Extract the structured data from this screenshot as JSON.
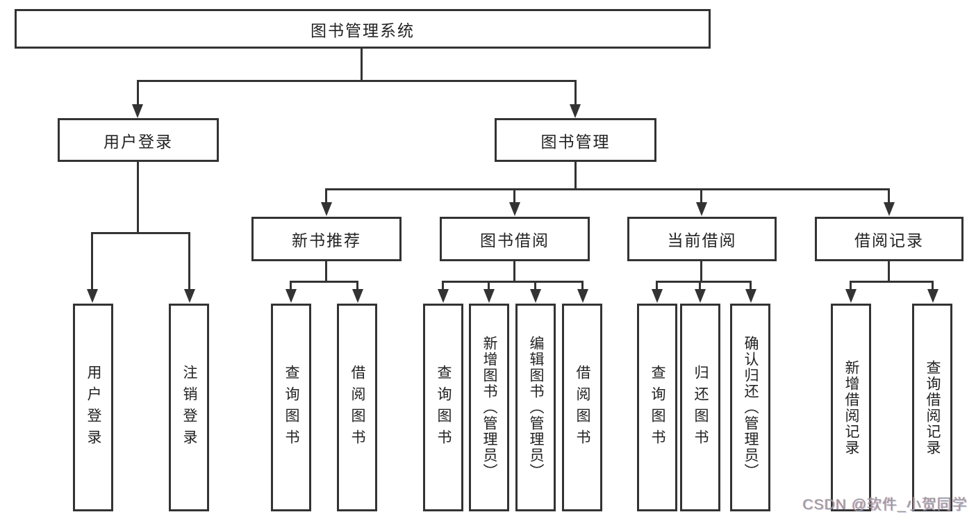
{
  "title": {
    "label": "图书管理系统"
  },
  "branches": [
    {
      "label": "用户登录",
      "children": [
        {
          "label": "用户登录"
        },
        {
          "label": "注销登录"
        }
      ]
    },
    {
      "label": "图书管理",
      "children": [
        {
          "label": "新书推荐",
          "children": [
            {
              "label": "查询图书"
            },
            {
              "label": "借阅图书"
            }
          ]
        },
        {
          "label": "图书借阅",
          "children": [
            {
              "label": "查询图书"
            },
            {
              "label": "新增图书（管理员）"
            },
            {
              "label": "编辑图书（管理员）"
            },
            {
              "label": "借阅图书"
            }
          ]
        },
        {
          "label": "当前借阅",
          "children": [
            {
              "label": "查询图书"
            },
            {
              "label": "归还图书"
            },
            {
              "label": "确认归还（管理员）"
            }
          ]
        },
        {
          "label": "借阅记录",
          "children": [
            {
              "label": "新增借阅记录"
            },
            {
              "label": "查询借阅记录"
            }
          ]
        }
      ]
    }
  ],
  "watermark": {
    "text": "CSDN @软件_小贺同学"
  },
  "colors": {
    "line": "#333333",
    "node_text": "#222222",
    "node_background": "#ffffff",
    "page_background": "#ffffff",
    "watermark_text": "#9b9b9b"
  }
}
